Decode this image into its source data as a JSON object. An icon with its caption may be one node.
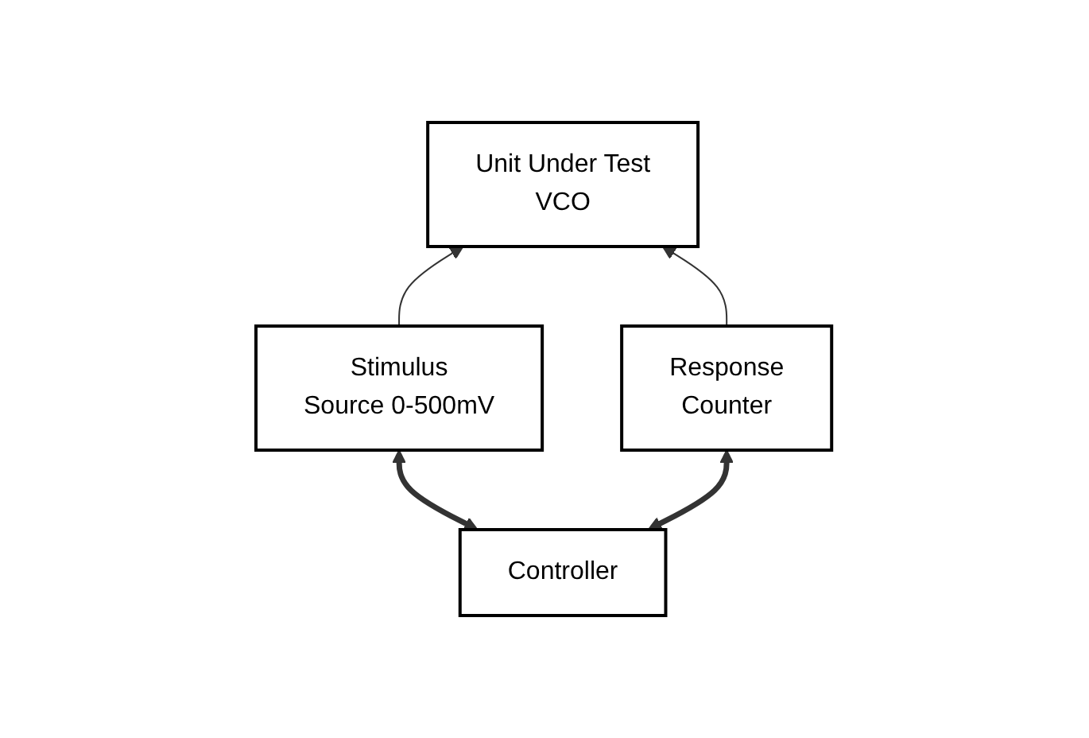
{
  "diagram": {
    "nodes": [
      {
        "text": [
          "Unit Under Test",
          "VCO"
        ]
      },
      {
        "text": [
          "Stimulus",
          "Source 0-500mV"
        ]
      },
      {
        "text": [
          "Response",
          "Counter"
        ]
      },
      {
        "text": [
          "Controller"
        ]
      }
    ],
    "edges": [
      {
        "from": 1,
        "to": 0,
        "arrow": "to"
      },
      {
        "from": 2,
        "to": 0,
        "arrow": "to"
      },
      {
        "from": 3,
        "to": 1,
        "arrow": "both",
        "style": "thick"
      },
      {
        "from": 3,
        "to": 2,
        "arrow": "both",
        "style": "thick"
      }
    ]
  }
}
